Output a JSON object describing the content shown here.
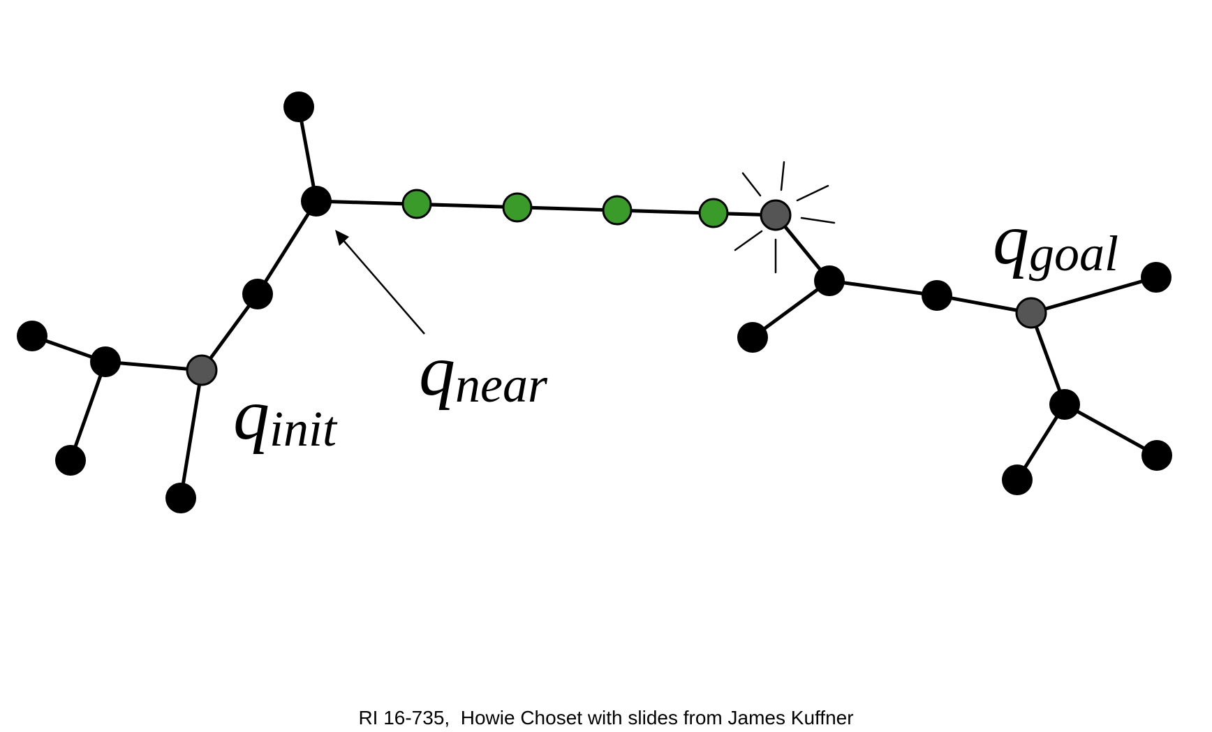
{
  "labels": {
    "q_init": {
      "main": "q",
      "sub": "init"
    },
    "q_near": {
      "main": "q",
      "sub": "near"
    },
    "q_goal": {
      "main": "q",
      "sub": "goal"
    }
  },
  "footer": "RI 16-735,  Howie Choset with slides from James Kuffner",
  "colors": {
    "tree_node": "#000000",
    "special_node": "#555555",
    "extension_node": "#3a9a2a",
    "edge": "#000000",
    "background": "#ffffff"
  }
}
